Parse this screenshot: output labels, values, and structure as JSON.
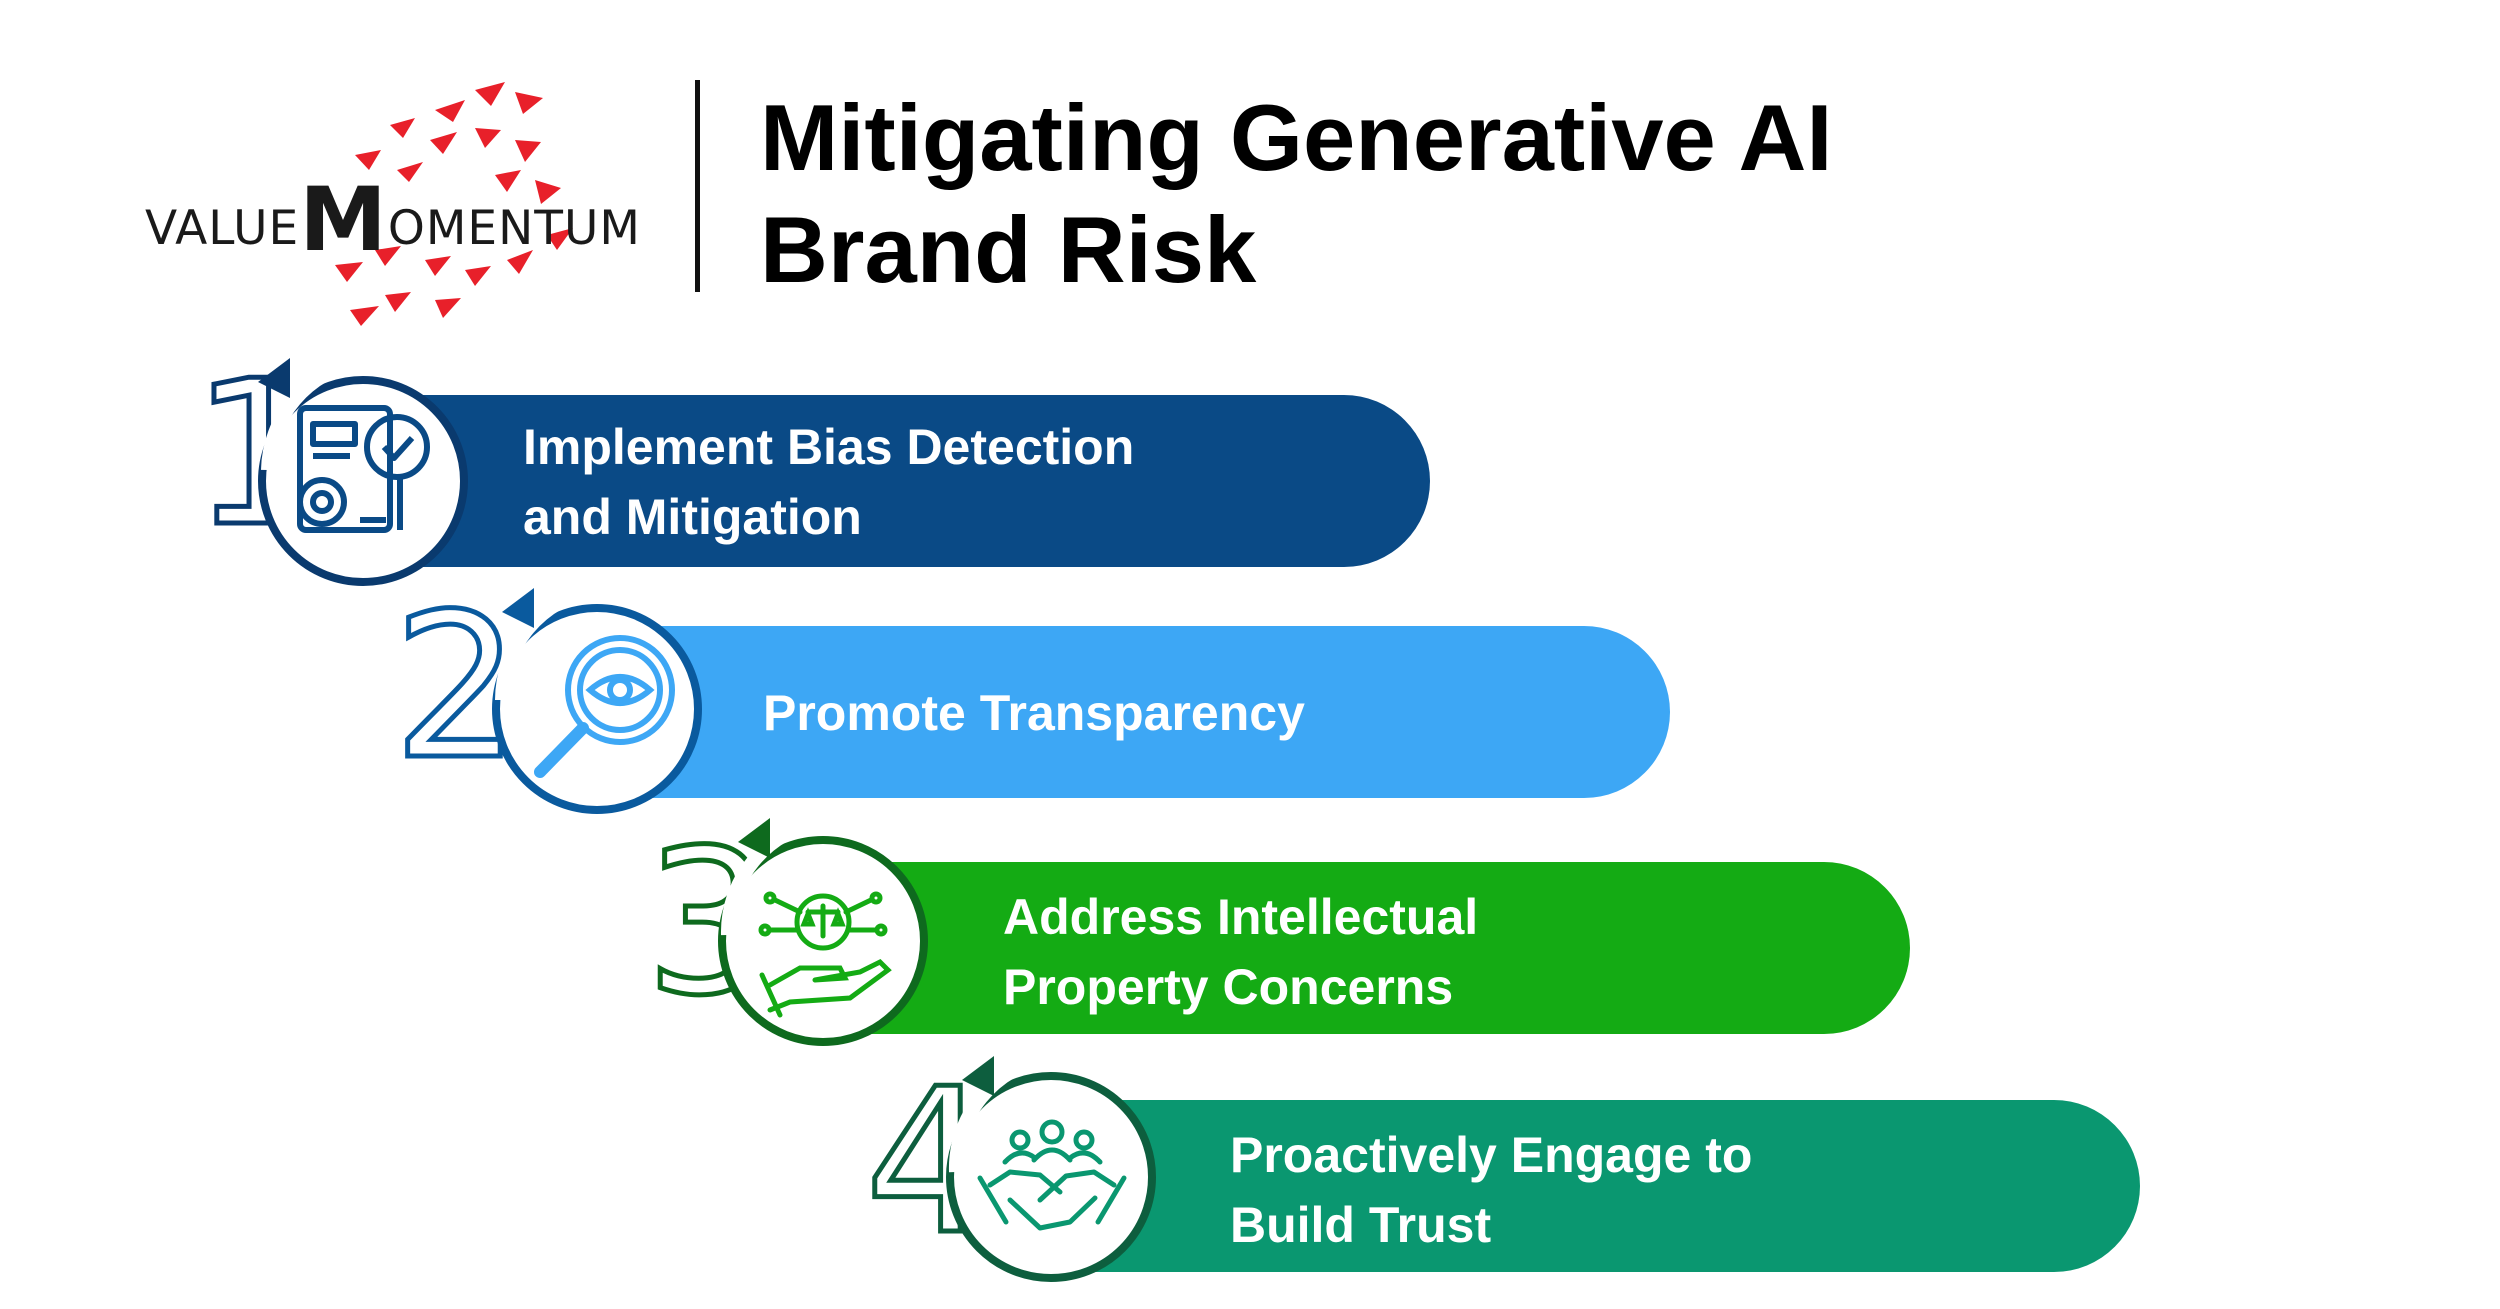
{
  "logo": {
    "prefix": "VALUE",
    "initial": "M",
    "suffix": "OMENTUM",
    "accent_color": "#e8202a"
  },
  "title": {
    "line1": "Mitigating Generative AI",
    "line2": "Brand Risk"
  },
  "steps": [
    {
      "number": "1",
      "line1": "Implement Bias Detection",
      "line2": "and Mitigation",
      "color": "#0a4a86",
      "icon": "document-gear-magnifier-icon"
    },
    {
      "number": "2",
      "line1": "Promote Transparency",
      "line2": "",
      "color": "#3da7f5",
      "icon": "eye-magnifier-icon"
    },
    {
      "number": "3",
      "line1": "Address Intellectual",
      "line2": "Property Concerns",
      "color": "#14ab14",
      "icon": "hand-scales-circuit-icon"
    },
    {
      "number": "4",
      "line1": "Proactively Engage to",
      "line2": "Build Trust",
      "color": "#0a9770",
      "icon": "handshake-team-icon"
    }
  ]
}
